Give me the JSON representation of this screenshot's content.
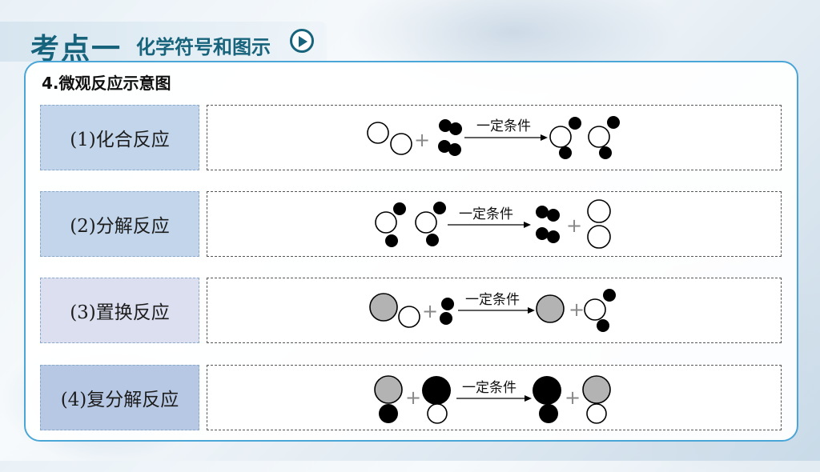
{
  "header": {
    "main_title": "考点一",
    "sub_title": "化学符号和图示",
    "play_icon": "play-circle-icon"
  },
  "section": {
    "title": "4.微观反应示意图"
  },
  "reactions": [
    {
      "label": "(1)化合反应",
      "condition": "一定条件",
      "plus": "+"
    },
    {
      "label": "(2)分解反应",
      "condition": "一定条件",
      "plus": "+"
    },
    {
      "label": "(3)置换反应",
      "condition": "一定条件",
      "plus": "+"
    },
    {
      "label": "(4)复分解反应",
      "condition": "一定条件",
      "plus": "+"
    }
  ],
  "colors": {
    "brand": "#17637c",
    "panel_border": "#4aa6d6",
    "label_bg_1": "#c2d5ea",
    "label_bg_2": "#c2d5ea",
    "label_bg_3": "#dcdff0",
    "label_bg_4": "#b7c8e4",
    "atom_black": "#000000",
    "atom_gray": "#b3b3b3",
    "atom_white": "#ffffff"
  }
}
